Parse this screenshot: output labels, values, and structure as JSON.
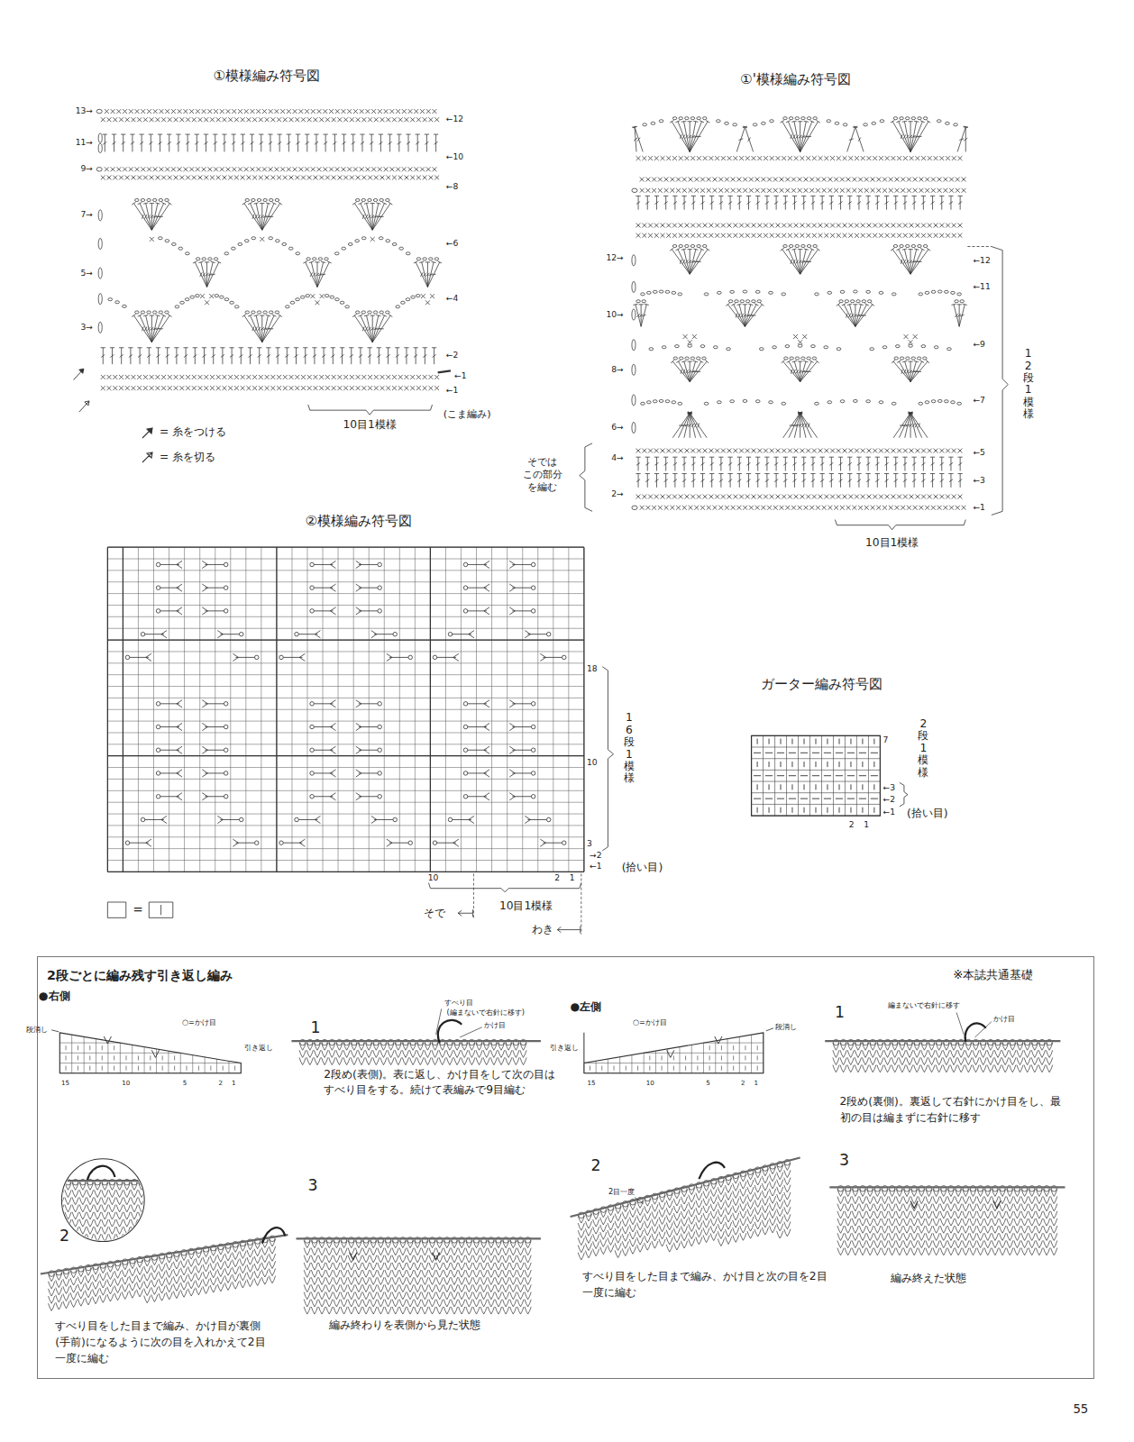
{
  "diagram": {
    "nodes": [
      {
        "text": [
          "2段ごとに編み残す引き返し編み"
        ]
      }
    ],
    "labels": [
      "①模様編み符号図",
      "13→",
      "11→",
      "9→",
      "7→",
      "5→",
      "3→",
      "←12",
      "←10",
      "←8",
      "←6",
      "←4",
      "←2",
      "←1",
      "←1",
      "(こま編み)",
      "10目1模様",
      "①'模様編み符号図",
      "12→",
      "10→",
      "8→",
      "6→",
      "4→",
      "2→",
      "←12",
      "←11",
      "←9",
      "←7",
      "←5",
      "←3",
      "←1",
      "12段1模様",
      "そでは この部分 を編む",
      "10目1模様",
      "②模様編み符号図",
      "18",
      "10",
      "3",
      "→2",
      "←1",
      "(拾い目)",
      "16段1模様",
      "10",
      "2",
      "1",
      "そで",
      "10目1模様",
      "わき",
      "=",
      "ガーター編み符号図",
      "7",
      "←3",
      "←2",
      "←1",
      "2",
      "1",
      "2段1模様",
      "(拾い目)",
      "※本誌共通基礎",
      "●右側",
      "段消し",
      "○=かけ目",
      "引き返し",
      "15",
      "10",
      "5",
      "2",
      "1",
      "1",
      "すべり目",
      "(編まないで右針に移す)",
      "かけ目",
      "2段め(表側)。表に返し、かけ目をして次の目はすべり目をする。続けて表編みで9目編む",
      "2",
      "すべり目をした目まで編み、かけ目が裏側(手前)になるように次の目を入れかえて2目一度に編む",
      "3",
      "編み終わりを表側から見た状態",
      "●左側",
      "○=かけ目",
      "段消し",
      "引き返し",
      "15",
      "10",
      "5",
      "2",
      "1",
      "1",
      "編まないで右針に移す",
      "かけ目",
      "2段め(裏側)。裏返して右針にかけ目をし、最初の目は編まずに右針に移す",
      "2",
      "2目一度",
      "すべり目をした目まで編み、かけ目と次の目を2目一度に編む",
      "3",
      "編み終えた状態",
      "55"
    ],
    "legend": [
      {
        "text": "= 糸をつける"
      },
      {
        "text": "= 糸を切る"
      }
    ]
  }
}
